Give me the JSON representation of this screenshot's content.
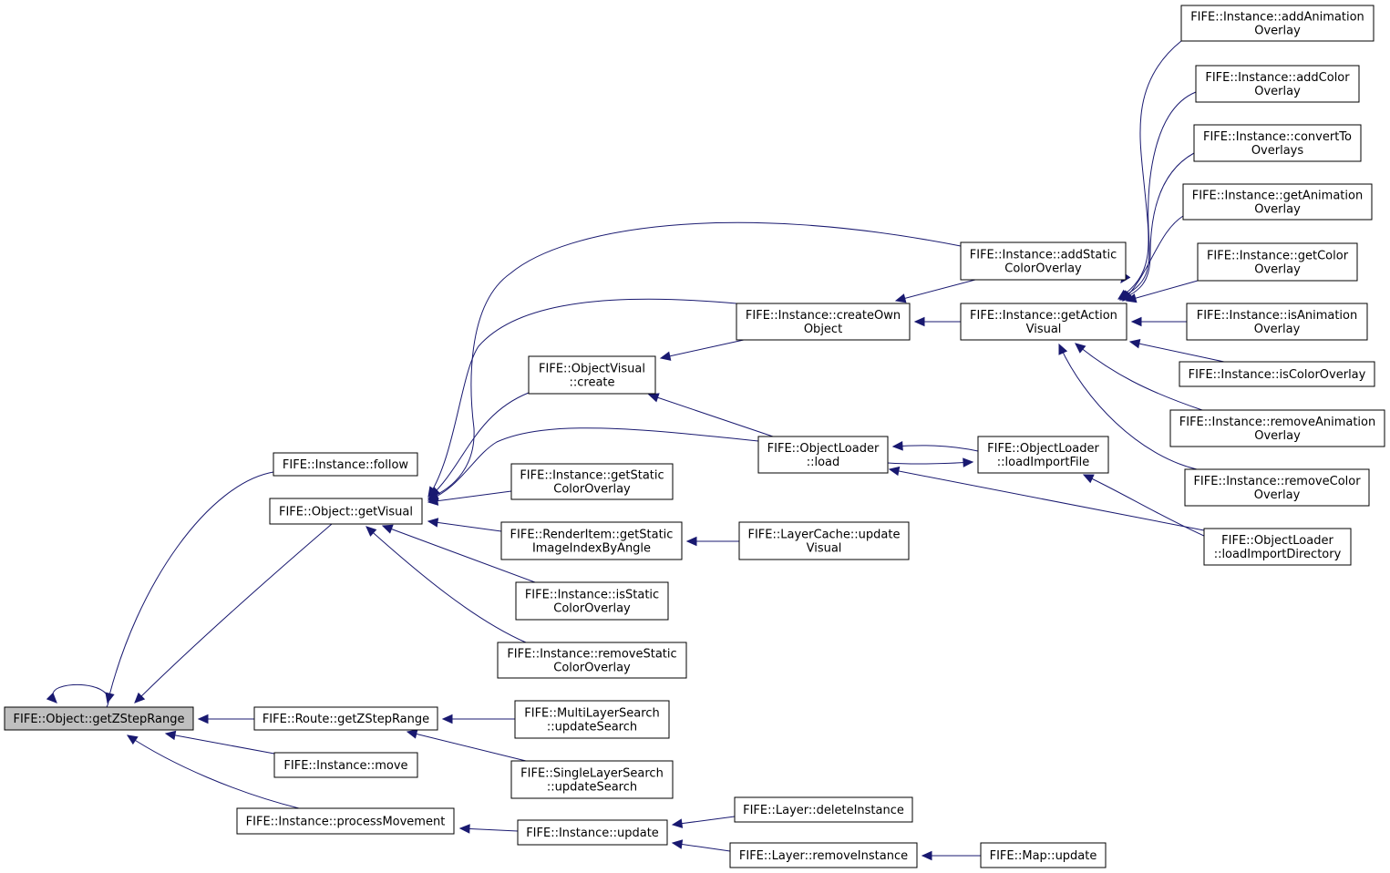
{
  "graph": {
    "root": "n_getZStepRange",
    "colors": {
      "edge": "#191970",
      "root_fill": "#bfbfbf",
      "node_fill": "#ffffff",
      "border": "#000000"
    },
    "nodes": {
      "n_getZStepRange": [
        "FIFE::Object::getZStepRange"
      ],
      "n_follow": [
        "FIFE::Instance::follow"
      ],
      "n_getVisual": [
        "FIFE::Object::getVisual"
      ],
      "n_routeGetZ": [
        "FIFE::Route::getZStepRange"
      ],
      "n_move": [
        "FIFE::Instance::move"
      ],
      "n_processMovement": [
        "FIFE::Instance::processMovement"
      ],
      "n_ovCreate": [
        "FIFE::ObjectVisual",
        "::create"
      ],
      "n_getStaticColorOverlay": [
        "FIFE::Instance::getStatic",
        "ColorOverlay"
      ],
      "n_getStaticImageIndex": [
        "FIFE::RenderItem::getStatic",
        "ImageIndexByAngle"
      ],
      "n_isStaticColorOverlay": [
        "FIFE::Instance::isStatic",
        "ColorOverlay"
      ],
      "n_removeStaticColorOverlay": [
        "FIFE::Instance::removeStatic",
        "ColorOverlay"
      ],
      "n_mlsUpdateSearch": [
        "FIFE::MultiLayerSearch",
        "::updateSearch"
      ],
      "n_slsUpdateSearch": [
        "FIFE::SingleLayerSearch",
        "::updateSearch"
      ],
      "n_instanceUpdate": [
        "FIFE::Instance::update"
      ],
      "n_createOwnObject": [
        "FIFE::Instance::createOwn",
        "Object"
      ],
      "n_objectLoaderLoad": [
        "FIFE::ObjectLoader",
        "::load"
      ],
      "n_layerCacheUpdateVisual": [
        "FIFE::LayerCache::update",
        "Visual"
      ],
      "n_deleteInstance": [
        "FIFE::Layer::deleteInstance"
      ],
      "n_removeInstance": [
        "FIFE::Layer::removeInstance"
      ],
      "n_addStaticColorOverlay": [
        "FIFE::Instance::addStatic",
        "ColorOverlay"
      ],
      "n_getActionVisual": [
        "FIFE::Instance::getAction",
        "Visual"
      ],
      "n_loadImportFile": [
        "FIFE::ObjectLoader",
        "::loadImportFile"
      ],
      "n_mapUpdate": [
        "FIFE::Map::update"
      ],
      "n_addAnimationOverlay": [
        "FIFE::Instance::addAnimation",
        "Overlay"
      ],
      "n_addColorOverlay": [
        "FIFE::Instance::addColor",
        "Overlay"
      ],
      "n_convertToOverlays": [
        "FIFE::Instance::convertTo",
        "Overlays"
      ],
      "n_getAnimationOverlay": [
        "FIFE::Instance::getAnimation",
        "Overlay"
      ],
      "n_getColorOverlay": [
        "FIFE::Instance::getColor",
        "Overlay"
      ],
      "n_isAnimationOverlay": [
        "FIFE::Instance::isAnimation",
        "Overlay"
      ],
      "n_isColorOverlay": [
        "FIFE::Instance::isColorOverlay"
      ],
      "n_removeAnimationOverlay": [
        "FIFE::Instance::removeAnimation",
        "Overlay"
      ],
      "n_removeColorOverlay": [
        "FIFE::Instance::removeColor",
        "Overlay"
      ],
      "n_loadImportDirectory": [
        "FIFE::ObjectLoader",
        "::loadImportDirectory"
      ]
    },
    "edges": [
      [
        "n_getZStepRange",
        "n_getZStepRange"
      ],
      [
        "n_follow",
        "n_getZStepRange"
      ],
      [
        "n_getVisual",
        "n_getZStepRange"
      ],
      [
        "n_routeGetZ",
        "n_getZStepRange"
      ],
      [
        "n_move",
        "n_getZStepRange"
      ],
      [
        "n_processMovement",
        "n_getZStepRange"
      ],
      [
        "n_ovCreate",
        "n_getVisual"
      ],
      [
        "n_getStaticColorOverlay",
        "n_getVisual"
      ],
      [
        "n_getStaticImageIndex",
        "n_getVisual"
      ],
      [
        "n_isStaticColorOverlay",
        "n_getVisual"
      ],
      [
        "n_removeStaticColorOverlay",
        "n_getVisual"
      ],
      [
        "n_createOwnObject",
        "n_getVisual"
      ],
      [
        "n_addStaticColorOverlay",
        "n_getVisual"
      ],
      [
        "n_objectLoaderLoad",
        "n_getVisual"
      ],
      [
        "n_mlsUpdateSearch",
        "n_routeGetZ"
      ],
      [
        "n_slsUpdateSearch",
        "n_routeGetZ"
      ],
      [
        "n_instanceUpdate",
        "n_processMovement"
      ],
      [
        "n_createOwnObject",
        "n_ovCreate"
      ],
      [
        "n_objectLoaderLoad",
        "n_ovCreate"
      ],
      [
        "n_layerCacheUpdateVisual",
        "n_getStaticImageIndex"
      ],
      [
        "n_deleteInstance",
        "n_instanceUpdate"
      ],
      [
        "n_removeInstance",
        "n_instanceUpdate"
      ],
      [
        "n_addStaticColorOverlay",
        "n_createOwnObject"
      ],
      [
        "n_getActionVisual",
        "n_createOwnObject"
      ],
      [
        "n_loadImportFile",
        "n_objectLoaderLoad"
      ],
      [
        "n_objectLoaderLoad",
        "n_loadImportFile"
      ],
      [
        "n_loadImportDirectory",
        "n_loadImportFile"
      ],
      [
        "n_loadImportDirectory",
        "n_objectLoaderLoad"
      ],
      [
        "n_mapUpdate",
        "n_removeInstance"
      ],
      [
        "n_addAnimationOverlay",
        "n_getActionVisual"
      ],
      [
        "n_addColorOverlay",
        "n_getActionVisual"
      ],
      [
        "n_convertToOverlays",
        "n_getActionVisual"
      ],
      [
        "n_getAnimationOverlay",
        "n_getActionVisual"
      ],
      [
        "n_getColorOverlay",
        "n_getActionVisual"
      ],
      [
        "n_isAnimationOverlay",
        "n_getActionVisual"
      ],
      [
        "n_isColorOverlay",
        "n_getActionVisual"
      ],
      [
        "n_removeAnimationOverlay",
        "n_getActionVisual"
      ],
      [
        "n_removeColorOverlay",
        "n_getActionVisual"
      ],
      [
        "n_addStaticColorOverlay",
        "n_getActionVisual"
      ]
    ]
  }
}
